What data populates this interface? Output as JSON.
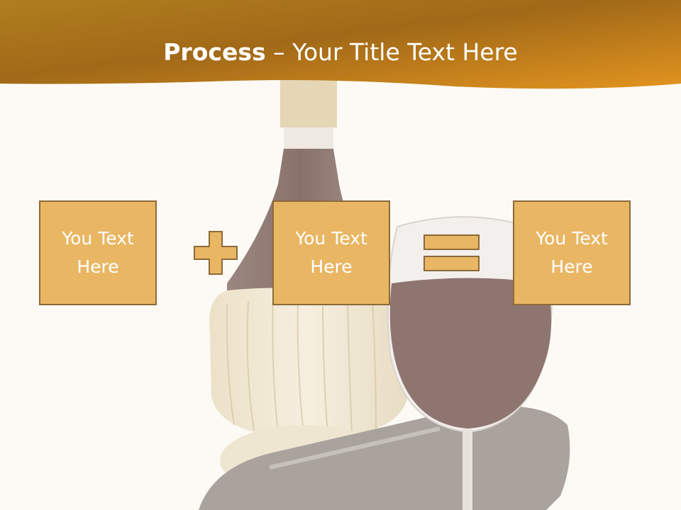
{
  "slide": {
    "title_bold": "Process",
    "title_rest": " – Your Title Text Here",
    "boxes": [
      {
        "line1": "You Text",
        "line2": "Here"
      },
      {
        "line1": "You Text",
        "line2": "Here"
      },
      {
        "line1": "You Text",
        "line2": "Here"
      }
    ],
    "operators": [
      "plus-icon",
      "equals-icon"
    ]
  },
  "colors": {
    "header_dark": "#9a6414",
    "header_light": "#e59a25",
    "box_fill": "#e9b663",
    "box_border": "#8c6a3a",
    "background": "#fdfaf5"
  }
}
